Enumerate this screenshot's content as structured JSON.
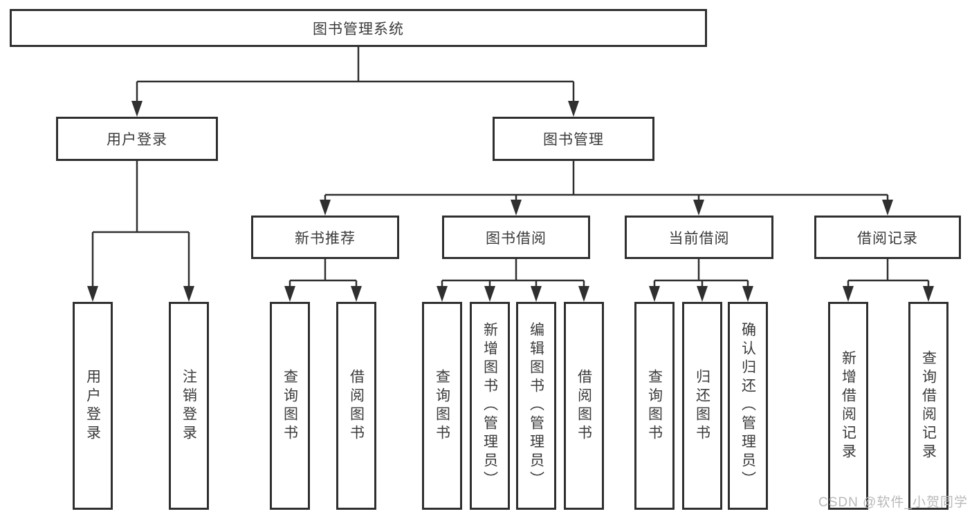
{
  "diagram_title": "图书管理系统",
  "nodes": {
    "root": {
      "label": "图书管理系统"
    },
    "user_login": {
      "label": "用户登录"
    },
    "book_mgmt": {
      "label": "图书管理"
    },
    "new_book_rec": {
      "label": "新书推荐"
    },
    "book_borrow": {
      "label": "图书借阅"
    },
    "current_borrow": {
      "label": "当前借阅"
    },
    "borrow_records": {
      "label": "借阅记录"
    },
    "leaf_user_login": {
      "label": "用户登录"
    },
    "leaf_logout": {
      "label": "注销登录"
    },
    "leaf_nb_query": {
      "label": "查询图书"
    },
    "leaf_nb_borrow": {
      "label": "借阅图书"
    },
    "leaf_bb_query": {
      "label": "查询图书"
    },
    "leaf_bb_add": {
      "label": "新增图书（管理员）"
    },
    "leaf_bb_edit": {
      "label": "编辑图书（管理员）"
    },
    "leaf_bb_borrow": {
      "label": "借阅图书"
    },
    "leaf_cb_query": {
      "label": "查询图书"
    },
    "leaf_cb_return": {
      "label": "归还图书"
    },
    "leaf_cb_confirm": {
      "label": "确认归还（管理员）"
    },
    "leaf_br_add": {
      "label": "新增借阅记录"
    },
    "leaf_br_query": {
      "label": "查询借阅记录"
    }
  },
  "tree": {
    "root": "图书管理系统",
    "children": [
      {
        "label": "用户登录",
        "children": [
          "用户登录",
          "注销登录"
        ]
      },
      {
        "label": "图书管理",
        "children": [
          {
            "label": "新书推荐",
            "children": [
              "查询图书",
              "借阅图书"
            ]
          },
          {
            "label": "图书借阅",
            "children": [
              "查询图书",
              "新增图书（管理员）",
              "编辑图书（管理员）",
              "借阅图书"
            ]
          },
          {
            "label": "当前借阅",
            "children": [
              "查询图书",
              "归还图书",
              "确认归还（管理员）"
            ]
          },
          {
            "label": "借阅记录",
            "children": [
              "新增借阅记录",
              "查询借阅记录"
            ]
          }
        ]
      }
    ]
  },
  "watermark": "CSDN @软件_小贺同学",
  "colors": {
    "line": "#2f2f2f",
    "box_border": "#2f2f2f",
    "text": "#3a3a3a",
    "watermark": "#b9b9b9",
    "background": "#ffffff"
  }
}
